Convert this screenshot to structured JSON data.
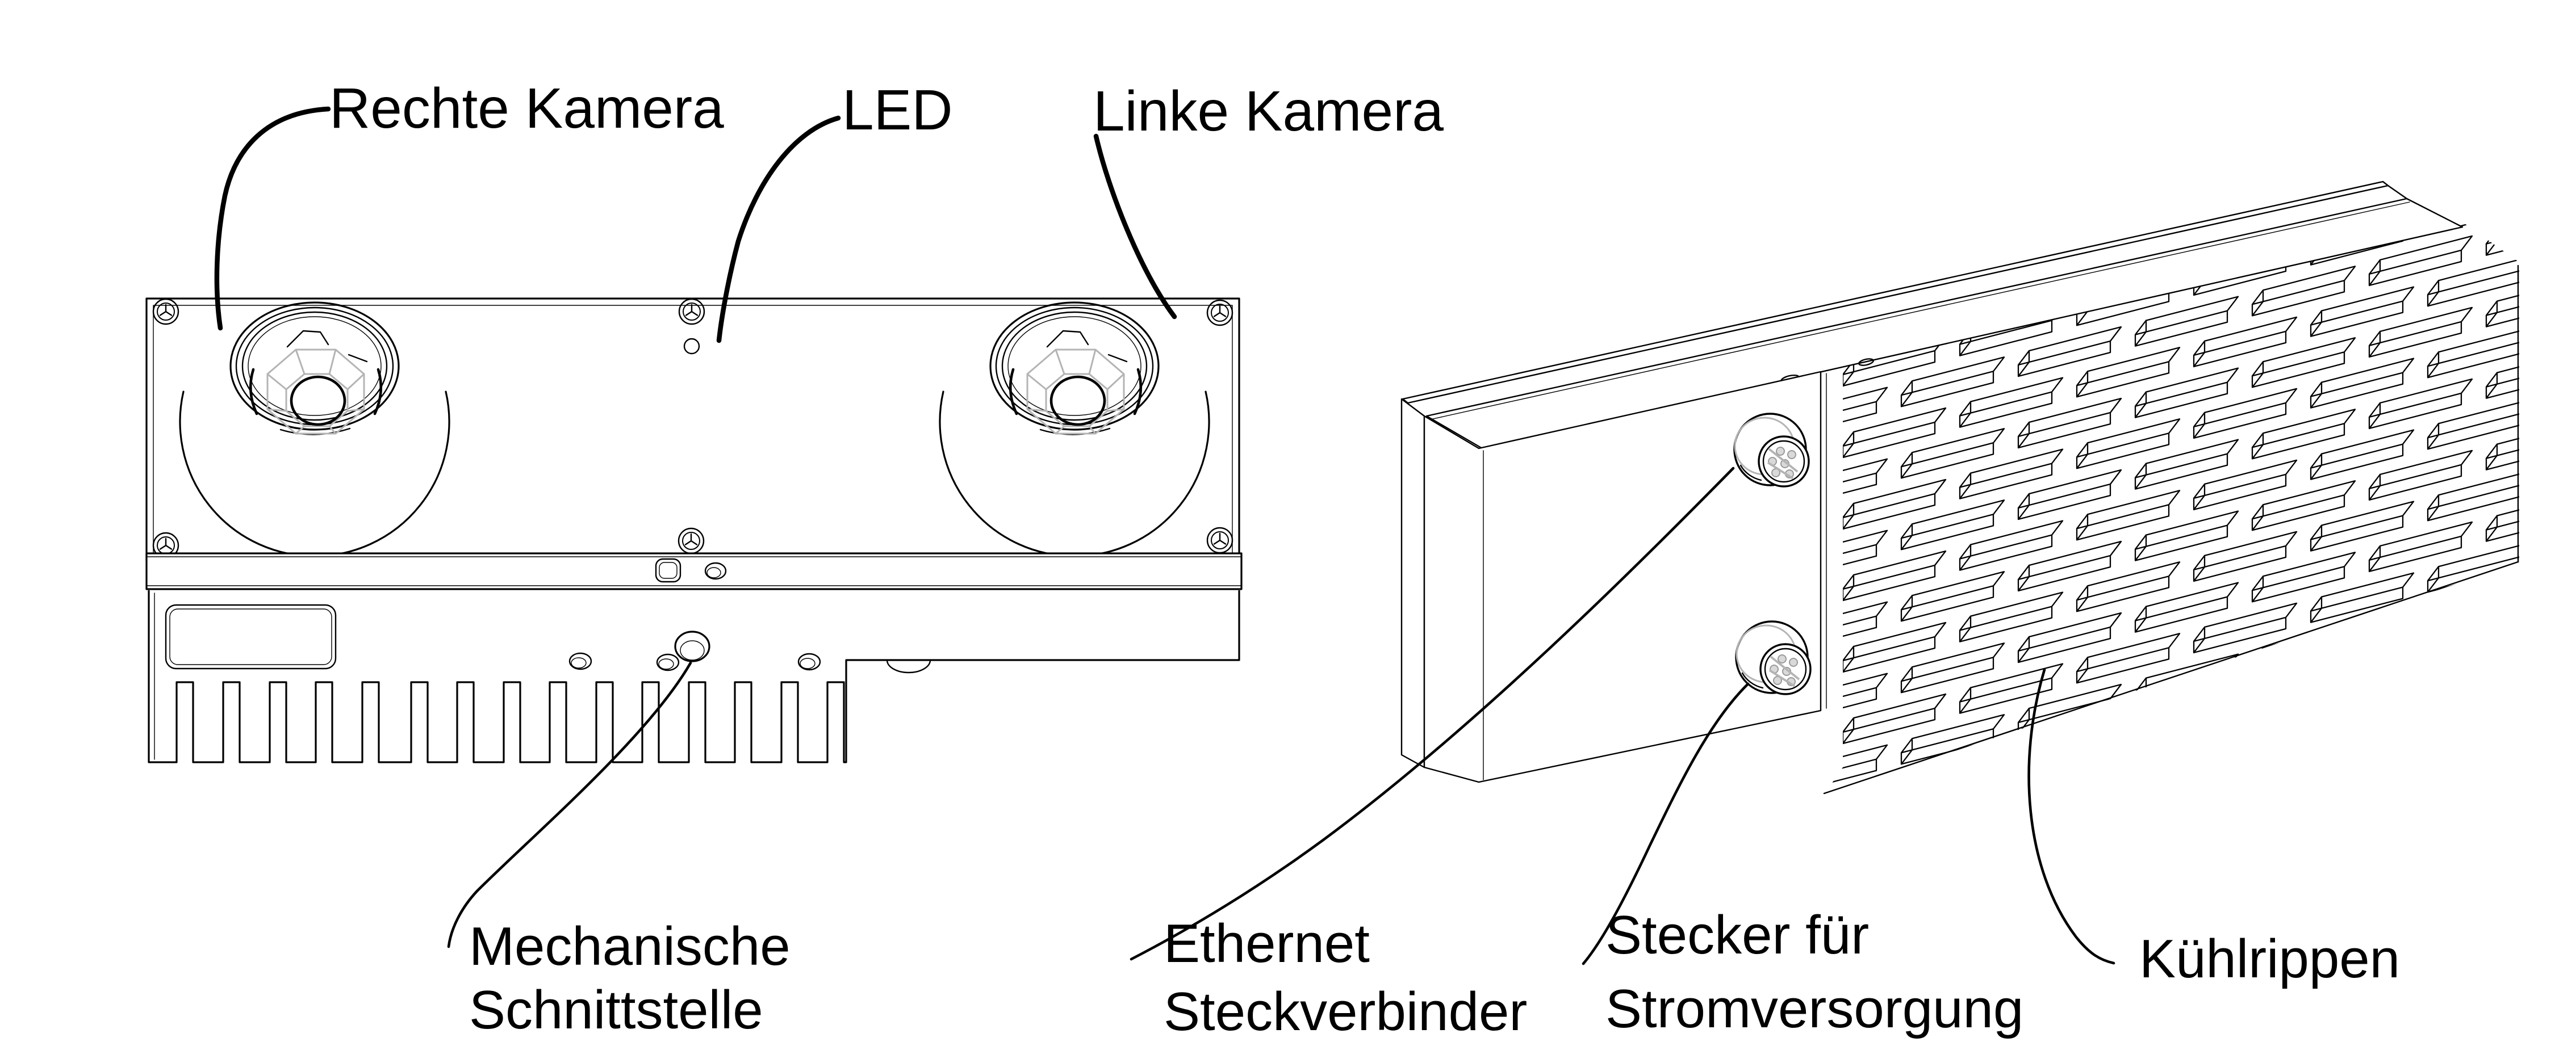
{
  "figure": {
    "title": "Stereo camera hardware overview diagram",
    "views": {
      "front_view": "stereo camera front plate with two lenses, LED, screws and cooling comb",
      "rear_view": "isometric rear view with connectors and pin-fin heat sink"
    }
  },
  "labels": {
    "right_camera": "Rechte Kamera",
    "led": "LED",
    "left_camera": "Linke Kamera",
    "mechanical_interface_line1": "Mechanische",
    "mechanical_interface_line2": "Schnittstelle",
    "ethernet_line1": "Ethernet",
    "ethernet_line2": "Steckverbinder",
    "power_line1": "Stecker für",
    "power_line2": "Stromversorgung",
    "cooling_fins": "Kühlrippen"
  },
  "colors": {
    "line": "#000000",
    "background": "#ffffff",
    "baffle_gray": "#b4b4b4"
  }
}
